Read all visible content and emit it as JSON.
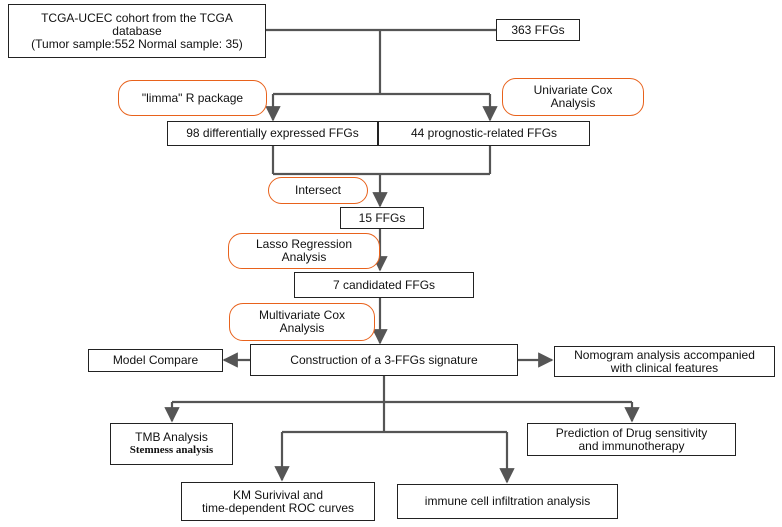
{
  "nodes": {
    "cohort": {
      "line1": "TCGA-UCEC cohort from the TCGA",
      "line2": "database",
      "line3": "(Tumor sample:552 Normal sample: 35)"
    },
    "ffg363": {
      "label": "363 FFGs"
    },
    "limma": {
      "label": "\"limma\" R package"
    },
    "univariate": {
      "line1": "Univariate Cox",
      "line2": "Analysis"
    },
    "deg98": {
      "label": "98 differentially expressed FFGs"
    },
    "prog44": {
      "label": "44 prognostic-related FFGs"
    },
    "intersect": {
      "label": "Intersect"
    },
    "ffg15": {
      "label": "15  FFGs"
    },
    "lasso": {
      "line1": "Lasso Regression",
      "line2": "Analysis"
    },
    "ffg7": {
      "label": "7 candidated FFGs"
    },
    "multivariate": {
      "line1": "Multivariate Cox",
      "line2": "Analysis"
    },
    "model_compare": {
      "label": "Model Compare"
    },
    "signature": {
      "label": "Construction of a 3-FFGs signature"
    },
    "nomogram": {
      "line1": "Nomogram analysis accompanied",
      "line2": "with clinical features"
    },
    "tmb": {
      "line1": "TMB Analysis",
      "line2": "Stemness analysis"
    },
    "drug": {
      "line1": "Prediction of Drug sensitivity",
      "line2": "and immunotherapy"
    },
    "km": {
      "line1": "KM Surivival and",
      "line2": "time-dependent ROC curves"
    },
    "immune": {
      "label": "immune cell infiltration analysis"
    }
  },
  "colors": {
    "box_border": "#222222",
    "method_border": "#e8621c",
    "line": "#555555"
  }
}
